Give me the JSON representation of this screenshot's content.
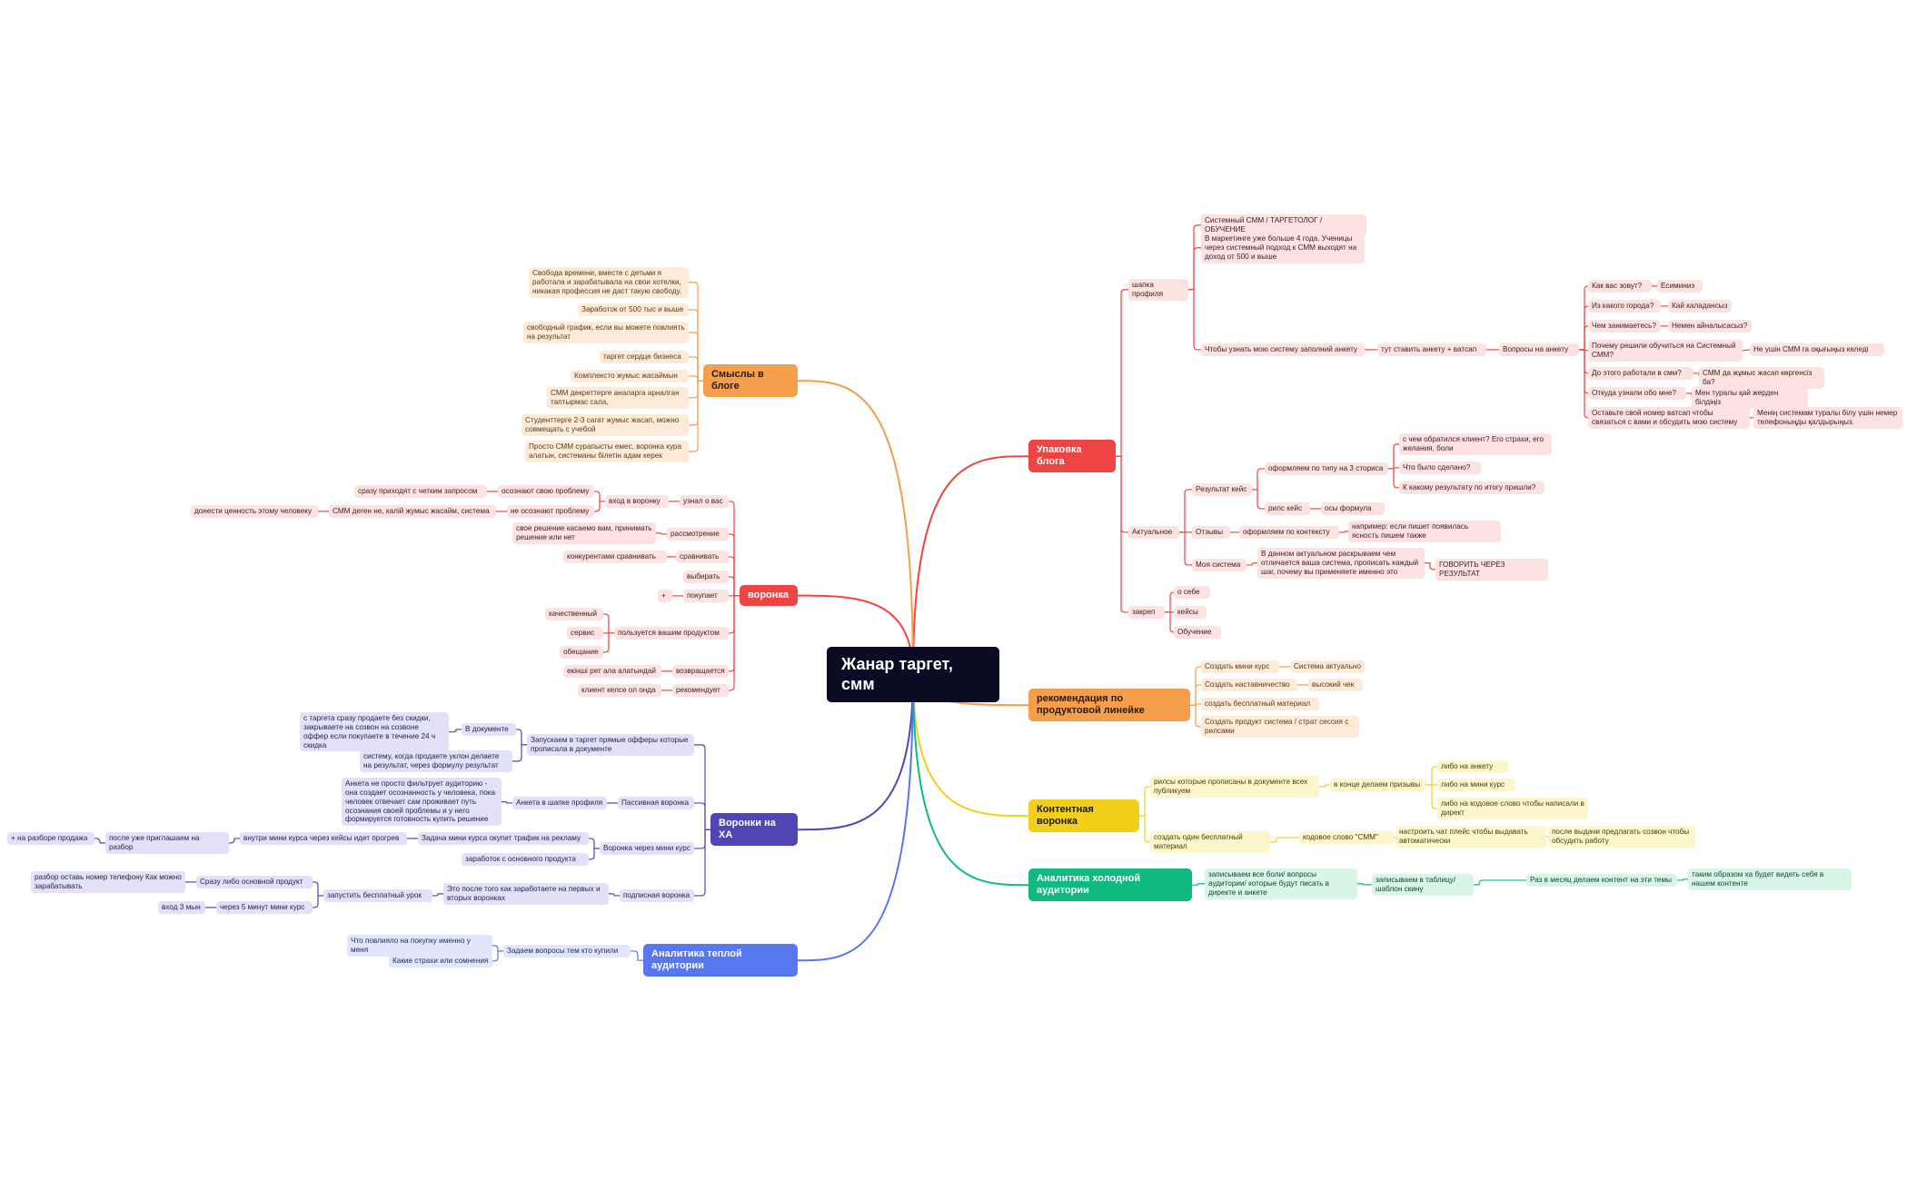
{
  "root": "Жанар таргет, смм",
  "colors": {
    "red": "#ef4444",
    "orange": "#f59e4b",
    "yellow": "#f1cf1a",
    "green": "#10b981",
    "purple": "#4f46b5",
    "blue": "#5677f0",
    "root": "#0b0b24"
  },
  "branches": {
    "upakovka": "Упаковка блога",
    "rekom": "рекомендация по продуктовой линейке",
    "kontent": "Контентная воронка",
    "holod": "Аналитика холодной аудитории",
    "smysly": "Смыслы в блоге",
    "voronka": "воронка",
    "xa": "Воронки на ХА",
    "teplo": "Аналитика теплой аудитории"
  },
  "nodes": {
    "shapka": "шапка профиля",
    "sys_smm": "Системный СММ / ТАРГЕТОЛОГ / ОБУЧЕНИЕ",
    "marketing4": "В маркетинге уже больше 4 года. Ученицы через системный подход к СММ выходят на доход от 500 и выше",
    "anketa_text": "Чтобы узнать мою систему заполний анкету",
    "tut_anketa": "тут ставить анкету + ватсап",
    "voprosy": "Вопросы на анкету",
    "q1": "Как вас зовут?",
    "a1": "Есиминиз",
    "q2": "Из какого города?",
    "a2": "Кай каладансыз",
    "q3": "Чем занимаетесь?",
    "a3": "Немен айналысасыз?",
    "q4": "Почему решили обучиться на Системный СММ?",
    "a4": "Не үшін СММ га оқығыңыз келеді",
    "q5": "До этого работали в смм?",
    "a5": "СММ да жұмыс жасап көргенсіз ба?",
    "q6": "Откуда узнали обо мне?",
    "a6": "Мен туралы қай жерден білдіңіз",
    "q7": "Оставьте свой номер ватсап чтобы связаться с вами и обсудить мою систему",
    "a7": "Менің системам туралы білу үшін немер телефоныңды қалдырыңыз.",
    "aktualnoe": "Актуальное",
    "rez_keis": "Результат кейс",
    "oformlyaem3": "оформляем по типу на 3 сториса",
    "s1": "с чем обратился клиент? Его страхи, его желания, боли",
    "s2": "Что было сделано?",
    "s3": "К какому результату по итогу пришли?",
    "rils_keis": "рилс кейс",
    "osy_formula": "осы формула",
    "otzyvy": "Отзывы",
    "po_kontekstu": "оформляем по контексту",
    "naprimer": "например: если пишет появилась ясность пишем также",
    "moya_sistema": "Моя система",
    "v_dannom": "В данном актуальном раскрываем чем отличается ваша система, прописать каждый шаг, почему вы применяете именно это",
    "govorit": "ГОВОРИТЬ ЧЕРЕЗ РЕЗУЛЬТАТ",
    "zakrep": "закреп",
    "o_sebe": "о себе",
    "keisy": "кейсы",
    "obuchenie": "Обучение",
    "r1": "Создать мини курс",
    "r1b": "Система актуально",
    "r2": "Создать наставничество",
    "r2b": "высокий чек",
    "r3": "создать бесплатный материал",
    "r4": "Создать продукт система  / страт сессия с рилсами",
    "k1": "рилсы которые прописаны в документе всех публикуем",
    "k1b": "в конце делаем призывы",
    "k1c1": "либо на анкету",
    "k1c2": "либо на мини курс",
    "k1c3": "либо на кодовое слово чтобы написали в директ",
    "k2": "создать один бесплатный материал",
    "k2b": "кодовое слово \"СММ\"",
    "k2c": "настроить чат плейс чтобы выдавать автоматически",
    "k2d": "после выдачи предлагать созвон чтобы обсудить работу",
    "h1": "записываем все боли/ вопросы аудитории/ которые будут писать в директе и анкете",
    "h2": "записываем в таблицу/ шаблон скину",
    "h3": "Раз в месяц делаем контент на эти темы",
    "h4": "таким образом ха будет видеть себя в нашем контенте",
    "sm1": "Свобода времени, вместе с детьми я работала и зарабатывала на свои хотелки, никакая профессия не даст такую свободу.",
    "sm2": "Заработок от 500 тыс и выше",
    "sm3": "свободный график, если вы можете повлиять на результат",
    "sm4": "таргет сердце бизнеса",
    "sm5": "Комплексто жумыс жасаймын",
    "sm6": "СММ декреттерге аналарга арналган таптырмас сала,",
    "sm7": "Студенттерге 2-3 сагат жумыс жасап, можно совмещать с учебой",
    "sm8": "Просто СММ сурапысты емес, воронка кура алатын, системаны білетін адам керек",
    "uznal": "узнал о вас",
    "vhod": "вход в воронку",
    "osoznaet": "осознают свою проблему",
    "srazu_prihodyat": "сразу приходят с четким запросом",
    "ne_osoznaet": "не осознают проблему",
    "smm_degen": "СММ деген не, калій жумыс жасайм, система",
    "donesti": "донести ценность этому человеку",
    "rassmotrenie": "рассмотрение",
    "svoe_reshenie": "свое решение касаемо вам, принимать решение или нет",
    "sravnivat": "сравнивать",
    "konkurentami": "конкурентами сравнивать",
    "vybirat": "выбирать",
    "pokupaet": "покупает",
    "plus": "+",
    "polzuetsya": "пользуется вашим продуктом",
    "kachestvenniy": "качественный",
    "servis": "сервис",
    "obeshanie": "обещание",
    "vozvrash": "возвращается",
    "ekinshi": "екінші рет ала алатындай",
    "rekomenduet": "рекомендует",
    "klient_kelse": "клиент келсе ол онда",
    "zapuskaem": "Запускаем в таргет прямые офферы которые прописала в документе",
    "v_dokumente": "В документе",
    "s_targeta": "с таргета сразу продаете без скидки, закрываете на созвон на созвоне оффер если покупаете в течение 24 ч скидка",
    "sistemu_kogda": "систему, когда продаете уклон делаете на результат, через формулу результат",
    "passivnaya": "Пассивная воронка",
    "anketa_shapke": "Анкета в шапке профиля",
    "anketa_ne_prosto": "Анкета не просто фильтрует аудиторию - она создает осознанность у человека, пока человек отвечает сам проживает путь осознания своей проблемы и у него формируется готовность купить решение",
    "cherez_mini": "Воронка через мини курс",
    "zadacha_mini": "Задача мини курса окупит трафик на рекламу",
    "vnutri_mini": "внутри мини курса через кейсы идет прогрев",
    "posle_uzhe": "после уже приглашаем на разбор",
    "na_razbore": "+ на разборе продажа",
    "zarabotok_osn": "заработок с основного продукта",
    "podpisnaya": "подписная воронка",
    "eto_posle": "Это после того как заработаете на первых и вторых воронках",
    "zapustit": "запустить бесплатный урок",
    "srazu_libo": "Сразу либо основной продукт",
    "razbor_ostav": "разбор оставь номер телефону Как можно зарабатывать",
    "cherez5": "через 5 минут  мини курс",
    "vhod3": "вход 3 мын",
    "zadaem": "Задаем вопросы тем кто купили",
    "chto_poavliyalo": "Что повлияло на покупку именно у меня",
    "kakie_strahi": "Какие страхи или сомнения"
  }
}
